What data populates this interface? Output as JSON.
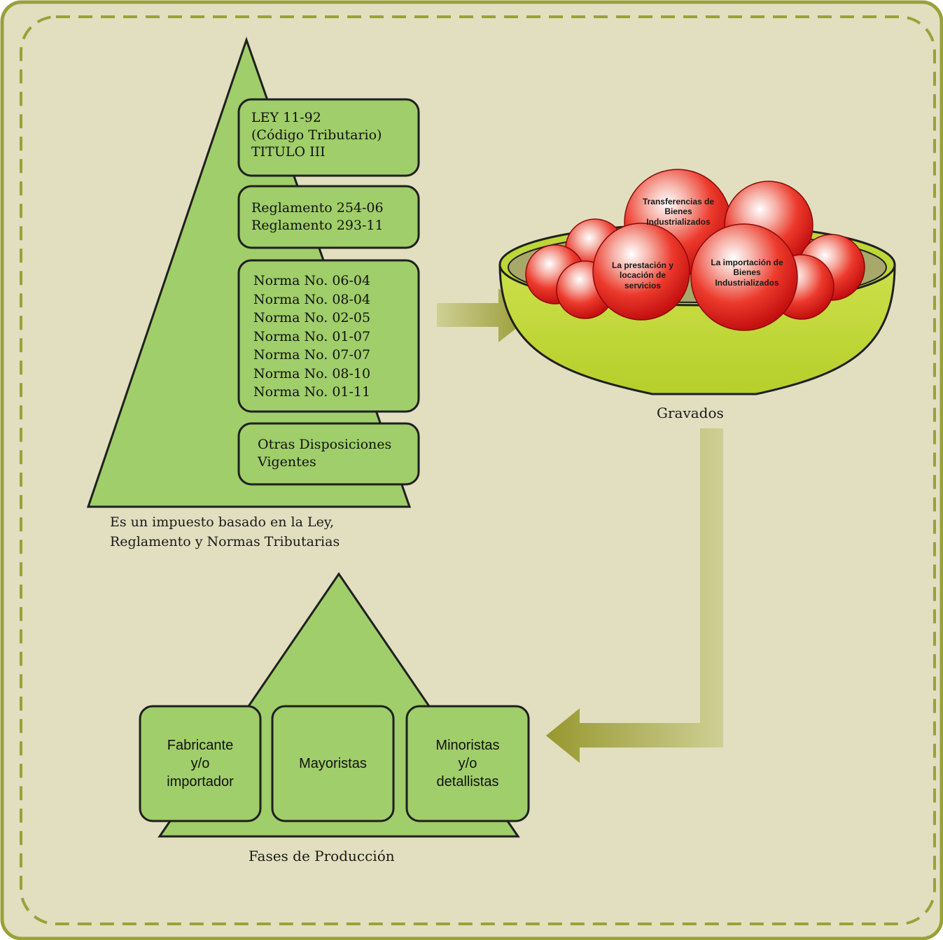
{
  "law_pyramid": {
    "law_box": {
      "line1": "LEY 11-92",
      "line2": "(Código Tributario)",
      "line3": "TITULO III"
    },
    "regulations": [
      "Reglamento 254-06",
      "Reglamento 293-11"
    ],
    "norms": [
      "Norma No. 06-04",
      "Norma No. 08-04",
      "Norma No. 02-05",
      "Norma No. 01-07",
      "Norma No. 07-07",
      "Norma No. 08-10",
      "Norma No. 01-11"
    ],
    "other_box": {
      "line1": "Otras Disposiciones",
      "line2": "Vigentes"
    },
    "caption": {
      "line1": "Es un impuesto basado en la Ley,",
      "line2": "Reglamento y Normas Tributarias"
    }
  },
  "bowl": {
    "balls": [
      "Transferencias de Bienes Industrializados",
      "La prestación y locación de servicios",
      "La importación de Bienes Industrializados"
    ],
    "caption": "Gravados"
  },
  "production_pyramid": {
    "phases": [
      "Fabricante\ny/o\nimportador",
      "Mayoristas",
      "Minoristas\ny/o\ndetallistas"
    ],
    "caption": "Fases de Producción"
  },
  "colors": {
    "background": "#e1dfbf",
    "border": "#9aa138",
    "green_shape": "#a0ce6a",
    "bowl": "#bfd636",
    "ball": "#e42121",
    "arrow": "#a6a64b"
  }
}
